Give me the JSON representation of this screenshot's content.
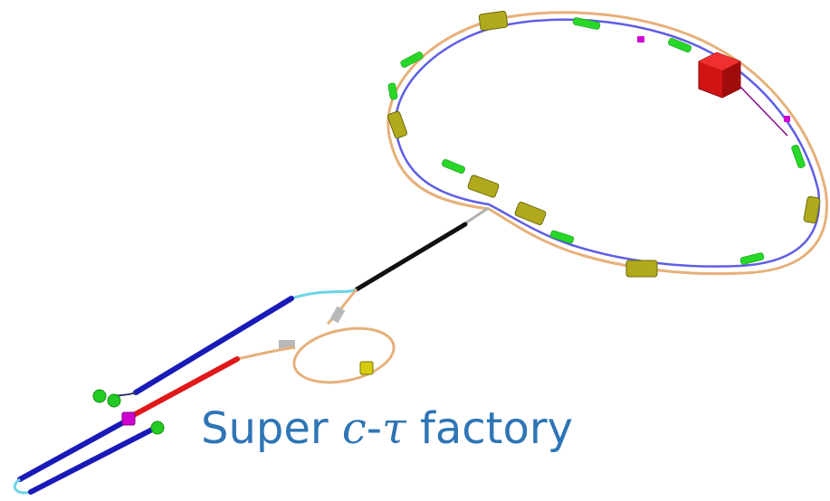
{
  "caption": {
    "word1": "Super",
    "sym_c": "c",
    "dash": "-",
    "sym_tau": "τ",
    "word2": "factory"
  },
  "colors": {
    "caption_text": "#2e75b6",
    "ring_blue": "#5e5ee6",
    "ring_orange": "#e6b07a",
    "linac_blue": "#1a1ab8",
    "linac_red": "#e01818",
    "transfer_black": "#111111",
    "transfer_cyan": "#6fd3e8",
    "magnet_green": "#28d828",
    "rf_olive": "#b0aa1c",
    "detector_red": "#d01414",
    "marker_magenta": "#d000d0",
    "gun_green": "#22cc22"
  }
}
